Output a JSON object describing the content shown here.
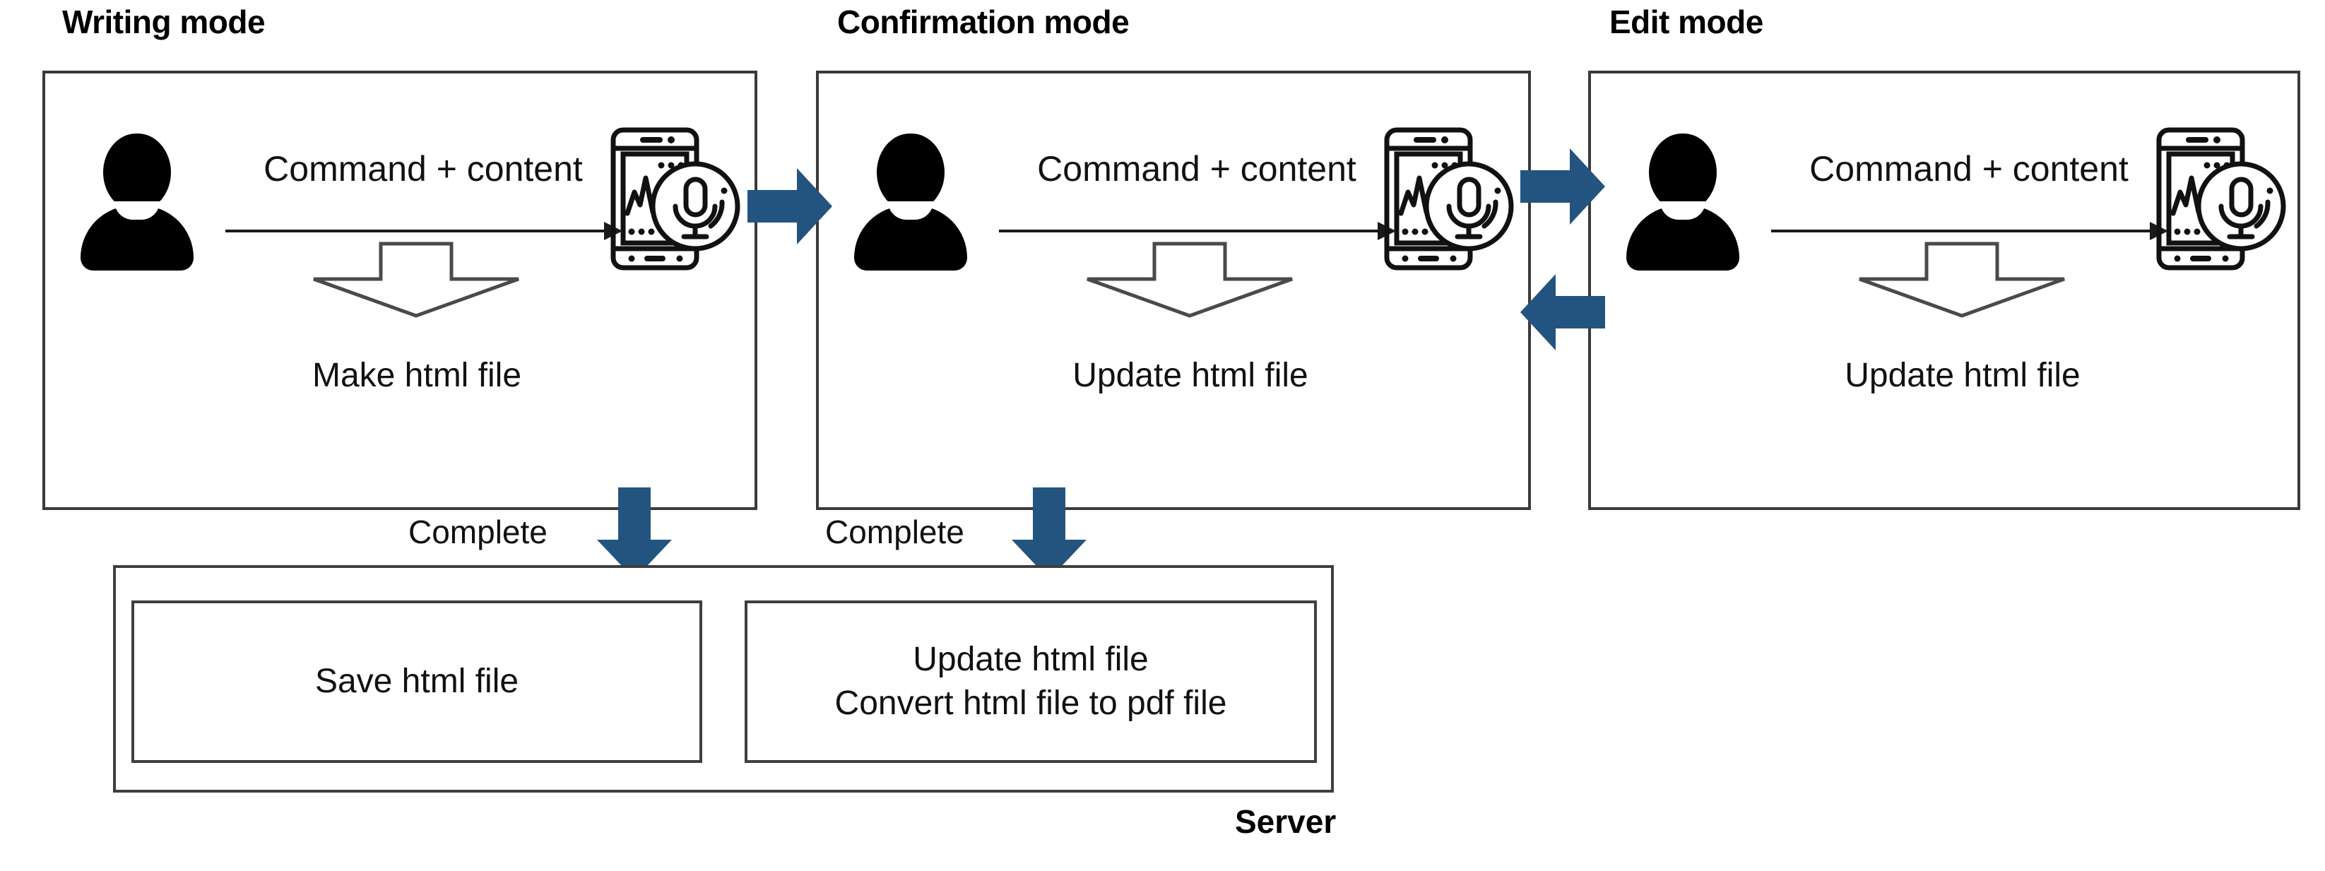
{
  "diagram": {
    "type": "flow-diagram",
    "title": "Voice-based document writing workflow",
    "accent_color": "#23547F",
    "outline_color": "#3a3a3a",
    "text_color": "#111111"
  },
  "modes": [
    {
      "id": "writing",
      "title": "Writing mode",
      "actor_label": "user",
      "command_label": "Command + content",
      "device_label": "smartphone-voice-recorder",
      "caption": "Make html file",
      "complete_label": "Complete"
    },
    {
      "id": "confirmation",
      "title": "Confirmation mode",
      "actor_label": "user",
      "command_label": "Command + content",
      "device_label": "smartphone-voice-recorder",
      "caption": "Update html file",
      "complete_label": "Complete"
    },
    {
      "id": "edit",
      "title": "Edit mode",
      "actor_label": "user",
      "command_label": "Command + content",
      "device_label": "smartphone-voice-recorder",
      "caption": "Update html file",
      "complete_label": ""
    }
  ],
  "connectors": [
    {
      "id": "writing-to-confirmation",
      "direction": "right",
      "color": "#23547F"
    },
    {
      "id": "confirmation-to-edit",
      "direction": "right",
      "color": "#23547F"
    },
    {
      "id": "edit-to-confirmation",
      "direction": "left",
      "color": "#23547F"
    },
    {
      "id": "writing-to-server",
      "direction": "down",
      "color": "#23547F"
    },
    {
      "id": "confirmation-to-server",
      "direction": "down",
      "color": "#23547F"
    }
  ],
  "server": {
    "label": "Server",
    "boxes": [
      {
        "id": "save-box",
        "text": "Save html file"
      },
      {
        "id": "convert-box",
        "text": "Update html file\nConvert html file to pdf file"
      }
    ]
  }
}
